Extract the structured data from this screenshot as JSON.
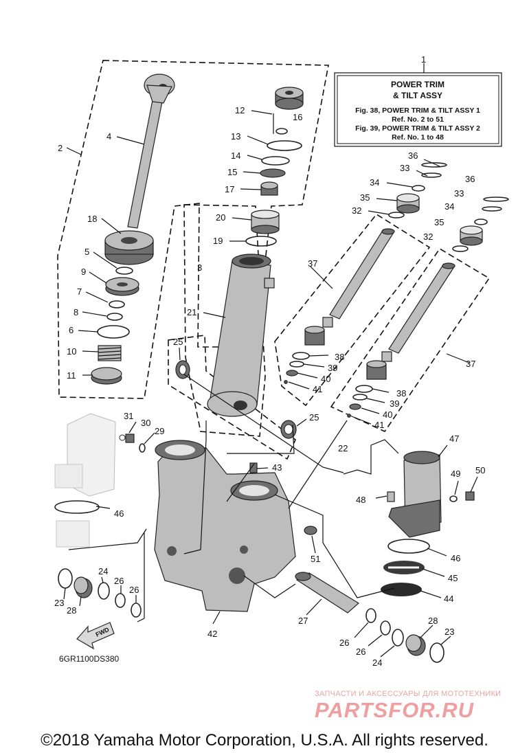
{
  "info_box": {
    "title_line1": "POWER TRIM",
    "title_line2": "& TILT ASSY",
    "ref_line1": "Fig. 38, POWER TRIM & TILT ASSY 1",
    "ref_line2": "Ref. No. 2 to 51",
    "ref_line3": "Fig. 39, POWER TRIM & TILT ASSY 2",
    "ref_line4": "Ref. No. 1 to 48"
  },
  "callouts": {
    "c1": "1",
    "c2": "2",
    "c3": "3",
    "c4": "4",
    "c5": "5",
    "c6": "6",
    "c7": "7",
    "c8": "8",
    "c9": "9",
    "c10": "10",
    "c11": "11",
    "c12": "12",
    "c13": "13",
    "c14": "14",
    "c15": "15",
    "c16": "16",
    "c17": "17",
    "c18": "18",
    "c19": "19",
    "c20": "20",
    "c21": "21",
    "c22": "22",
    "c23a": "23",
    "c23b": "23",
    "c24a": "24",
    "c24b": "24",
    "c25a": "25",
    "c25b": "25",
    "c26a": "26",
    "c26b": "26",
    "c26c": "26",
    "c26d": "26",
    "c27": "27",
    "c28a": "28",
    "c28b": "28",
    "c29": "29",
    "c30": "30",
    "c31": "31",
    "c32a": "32",
    "c32b": "32",
    "c33a": "33",
    "c33b": "33",
    "c34a": "34",
    "c34b": "34",
    "c35a": "35",
    "c35b": "35",
    "c36a": "36",
    "c36b": "36",
    "c37a": "37",
    "c37b": "37",
    "c38a": "38",
    "c38b": "38",
    "c39a": "39",
    "c39b": "39",
    "c40a": "40",
    "c40b": "40",
    "c41a": "41",
    "c41b": "41",
    "c42": "42",
    "c43": "43",
    "c44": "44",
    "c45": "45",
    "c46a": "46",
    "c46b": "46",
    "c47": "47",
    "c48": "48",
    "c49": "49",
    "c50": "50",
    "c51": "51"
  },
  "fwd_label": "FWD",
  "drawing_code": "6GR1100DS380",
  "watermark": {
    "tagline": "ЗАПЧАСТИ И АКСЕССУАРЫ ДЛЯ МОТОТЕХНИКИ",
    "logo": "PARTSFOR.RU"
  },
  "copyright": "©2018 Yamaha Motor Corporation, U.S.A. All rights reserved."
}
